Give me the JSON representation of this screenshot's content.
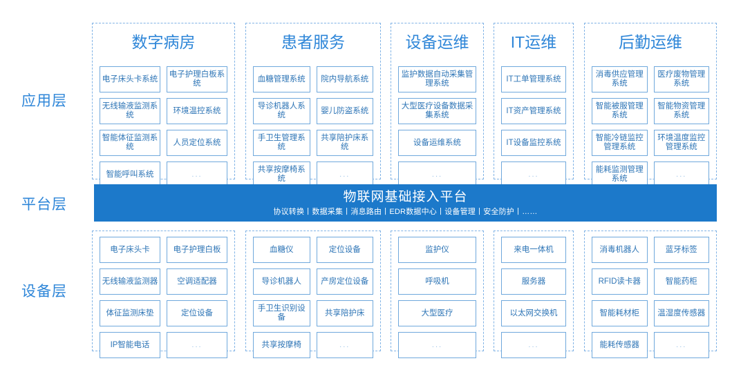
{
  "layers": {
    "application_label": "应用层",
    "platform_label": "平台层",
    "device_label": "设备层"
  },
  "colors": {
    "platform_band": "#1C79CA",
    "title_text": "#2E86D8",
    "cell_border": "#6FA8DC",
    "cell_text": "#2E75B6",
    "column_dash": "#7FB2E5"
  },
  "platform": {
    "title": "物联网基础接入平台",
    "subtitle": "协议转换丨数据采集丨消息路由丨EDR数据中心丨设备管理丨安全防护丨……"
  },
  "application": {
    "columns": [
      {
        "title": "数字病房",
        "cols": 2,
        "items": [
          "电子床头卡系统",
          "电子护理白板系统",
          "无线输液监测系统",
          "环境温控系统",
          "智能体征监测系统",
          "人员定位系统",
          "智能呼叫系统",
          "…"
        ]
      },
      {
        "title": "患者服务",
        "cols": 2,
        "items": [
          "血糖管理系统",
          "院内导航系统",
          "导诊机器人系统",
          "婴儿防盗系统",
          "手卫生管理系统",
          "共享陪护床系统",
          "共享按摩椅系统",
          "…"
        ]
      },
      {
        "title": "设备运维",
        "cols": 1,
        "items": [
          "监护数据自动采集管理系统",
          "大型医疗设备数据采集系统",
          "设备运维系统",
          "…"
        ]
      },
      {
        "title": "IT运维",
        "cols": 1,
        "items": [
          "IT工单管理系统",
          "IT资产管理系统",
          "IT设备监控系统",
          "…"
        ]
      },
      {
        "title": "后勤运维",
        "cols": 2,
        "items": [
          "消毒供应管理系统",
          "医疗废物管理系统",
          "智能被服管理系统",
          "智能物资管理系统",
          "智能冷链监控管理系统",
          "环境温度监控管理系统",
          "能耗监测管理系统",
          "…"
        ]
      }
    ]
  },
  "device": {
    "columns": [
      {
        "cols": 2,
        "items": [
          "电子床头卡",
          "电子护理白板",
          "无线输液监测器",
          "空调适配器",
          "体征监测床垫",
          "定位设备",
          "IP智能电话",
          "…"
        ]
      },
      {
        "cols": 2,
        "items": [
          "血糖仪",
          "定位设备",
          "导诊机器人",
          "产房定位设备",
          "手卫生识别设备",
          "共享陪护床",
          "共享按摩椅",
          "…"
        ]
      },
      {
        "cols": 1,
        "items": [
          "监护仪",
          "呼吸机",
          "大型医疗",
          "…"
        ]
      },
      {
        "cols": 1,
        "items": [
          "来电一体机",
          "服务器",
          "以太网交换机",
          "…"
        ]
      },
      {
        "cols": 2,
        "items": [
          "消毒机器人",
          "蓝牙标签",
          "RFID读卡器",
          "智能药柜",
          "智能耗材柜",
          "温湿度传感器",
          "能耗传感器",
          "…"
        ]
      }
    ]
  }
}
